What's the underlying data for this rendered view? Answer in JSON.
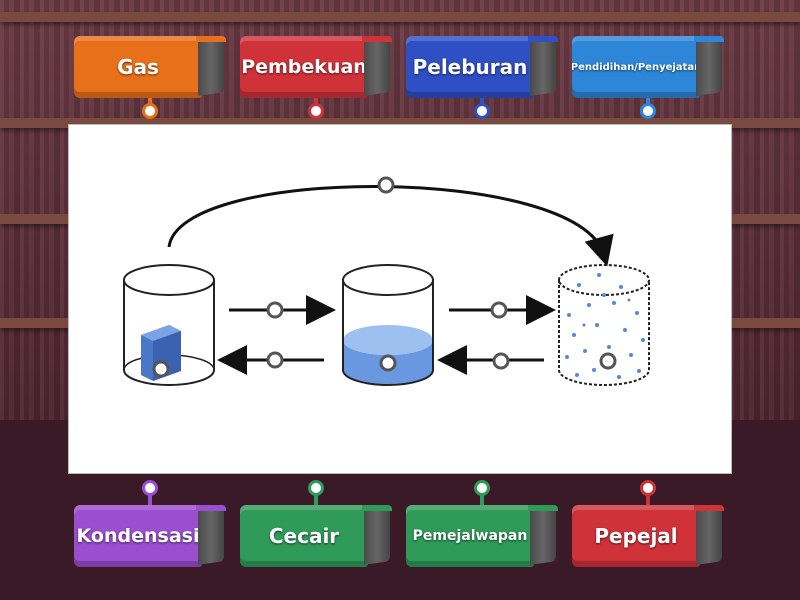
{
  "top_labels": [
    {
      "label": "Gas",
      "color": "#e8701a"
    },
    {
      "label": "Pembekuan",
      "color": "#d0323a"
    },
    {
      "label": "Peleburan",
      "color": "#2f4fc4"
    },
    {
      "label": "Pendidihan/Penyejatan",
      "color": "#2d86d8"
    }
  ],
  "bottom_labels": [
    {
      "label": "Kondensasi",
      "color": "#9a4ed0"
    },
    {
      "label": "Cecair",
      "color": "#2f9a5a"
    },
    {
      "label": "Pemejalwapan",
      "color": "#2f9a5a"
    },
    {
      "label": "Pepejal",
      "color": "#d0323a"
    }
  ]
}
